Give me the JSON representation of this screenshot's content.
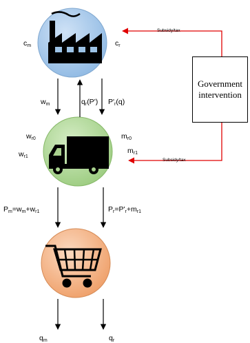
{
  "nodes": {
    "manufacturer": {
      "icon": "factory-icon",
      "color": "#9dc3e6"
    },
    "retailer": {
      "icon": "truck-icon",
      "color": "#a9d18e"
    },
    "consumer": {
      "icon": "shopping-cart-icon",
      "color": "#f4b183"
    }
  },
  "government": {
    "line1": "Government",
    "line2": "intervention"
  },
  "links": {
    "subsidy_tax": "Subsidy/tax",
    "color": "#e00000"
  },
  "labels": {
    "cm": {
      "main": "c",
      "sub": "m"
    },
    "cr": {
      "main": "c",
      "sub": "r"
    },
    "wm": {
      "main": "w",
      "sub": "m"
    },
    "qr_p": {
      "main": "q",
      "sub": "r",
      "tail": "(P')"
    },
    "p_r_q": {
      "pre": "P'",
      "sub": "r",
      "tail": "(q)"
    },
    "wr0": {
      "main": "w",
      "sub": "r0"
    },
    "wr1": {
      "main": "w",
      "sub": "r1"
    },
    "mr0": {
      "main": "m",
      "sub": "r0"
    },
    "mr1": {
      "main": "m",
      "sub": "r1"
    },
    "pm_eq": {
      "a": "P",
      "a_sub": "m",
      "b": "=w",
      "b_sub": "m",
      "c": "+w",
      "c_sub": "r1"
    },
    "pr_eq": {
      "a": "P",
      "a_sub": "r",
      "b": "=P'",
      "b_sub": "r",
      "c": "+m",
      "c_sub": "r1"
    },
    "qm": {
      "main": "q",
      "sub": "m"
    },
    "qr": {
      "main": "q",
      "sub": "r"
    }
  }
}
